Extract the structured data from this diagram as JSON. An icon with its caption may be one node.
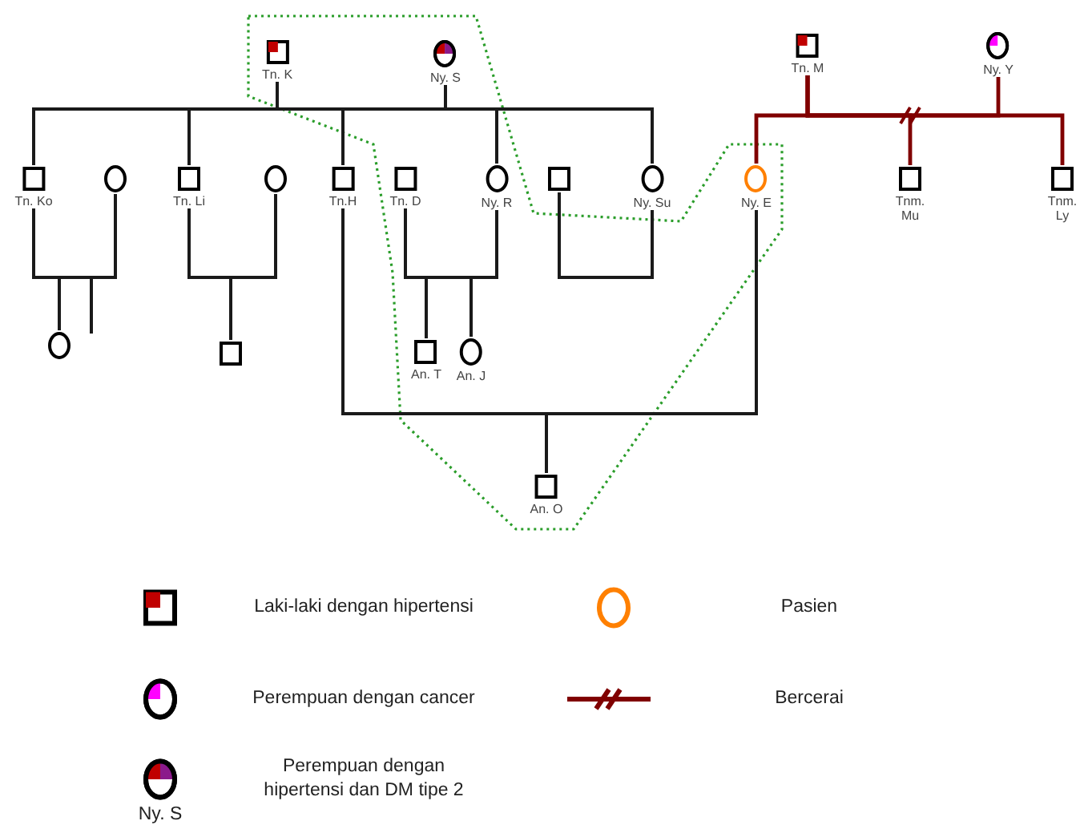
{
  "diagram": {
    "nodes": [
      {
        "text": [
          "Tn. K"
        ]
      },
      {
        "text": [
          "Ny. S"
        ]
      },
      {
        "text": [
          "Tn. M"
        ]
      },
      {
        "text": [
          "Ny. Y"
        ]
      },
      {
        "text": [
          "Tn. Ko"
        ]
      },
      {
        "text": [],
        "shape": "circle"
      },
      {
        "text": [
          "Tn. Li"
        ]
      },
      {
        "text": [],
        "shape": "circle"
      },
      {
        "text": [
          "Tn.H"
        ]
      },
      {
        "text": [
          "Tn. D"
        ]
      },
      {
        "text": [
          "Ny. R"
        ]
      },
      {
        "text": [],
        "shape": "box"
      },
      {
        "text": [
          "Ny. Su"
        ]
      },
      {
        "text": [
          "Ny. E"
        ]
      },
      {
        "text": [
          "Tnm. Mu"
        ]
      },
      {
        "text": [
          "Tnm. Ly"
        ]
      },
      {
        "text": [],
        "shape": "circle"
      },
      {
        "text": [],
        "shape": "box"
      },
      {
        "text": [
          "An. T"
        ]
      },
      {
        "text": [
          "An. J"
        ]
      },
      {
        "text": [
          "An. O"
        ]
      }
    ],
    "edges": [
      {
        "from": 0,
        "to": 1,
        "arrow": "none"
      },
      {
        "from": 0,
        "to": 4,
        "arrow": "none"
      },
      {
        "from": 0,
        "to": 6,
        "arrow": "none"
      },
      {
        "from": 0,
        "to": 8,
        "arrow": "none"
      },
      {
        "from": 0,
        "to": 10,
        "arrow": "none"
      },
      {
        "from": 0,
        "to": 12,
        "arrow": "none"
      },
      {
        "from": 2,
        "to": 3,
        "arrow": "none",
        "color": "#800000"
      },
      {
        "from": 2,
        "to": 13,
        "arrow": "none",
        "color": "#800000"
      },
      {
        "from": 2,
        "to": 14,
        "arrow": "none",
        "color": "#800000"
      },
      {
        "from": 2,
        "to": 15,
        "arrow": "none",
        "color": "#800000"
      },
      {
        "from": 4,
        "to": 5,
        "arrow": "none"
      },
      {
        "from": 4,
        "to": 16,
        "arrow": "none"
      },
      {
        "from": 4,
        "to": null,
        "arrow": "none"
      },
      {
        "from": 6,
        "to": 7,
        "arrow": "none"
      },
      {
        "from": 6,
        "to": 17,
        "arrow": "none"
      },
      {
        "from": 9,
        "to": 10,
        "arrow": "none"
      },
      {
        "from": 9,
        "to": 18,
        "arrow": "none"
      },
      {
        "from": 9,
        "to": 19,
        "arrow": "none"
      },
      {
        "from": 11,
        "to": 12,
        "arrow": "none"
      },
      {
        "from": 8,
        "to": 13,
        "arrow": "none"
      },
      {
        "from": 8,
        "to": 20,
        "arrow": "none"
      }
    ],
    "labels": [
      "Ny. S"
    ],
    "legend": [
      {
        "text": "Laki-laki dengan hipertensi"
      },
      {
        "text": "Pasien"
      },
      {
        "text": "Perempuan dengan cancer"
      },
      {
        "text": "Bercerai"
      },
      {
        "text": "Perempuan dengan hipertensi dan DM tipe 2"
      }
    ]
  }
}
